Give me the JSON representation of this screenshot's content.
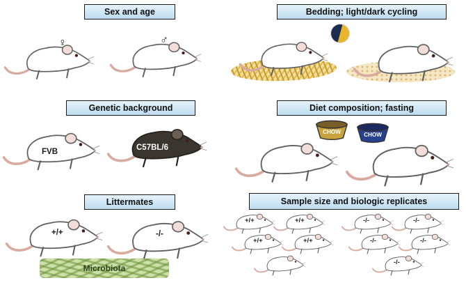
{
  "panels": {
    "sex_age": {
      "title": "Sex and age",
      "female_symbol": "♀",
      "male_symbol": "♂"
    },
    "bedding": {
      "title": "Bedding; light/dark cycling"
    },
    "genetic": {
      "title": "Genetic background",
      "strain_left": "FVB",
      "strain_right": "C57BL/6"
    },
    "diet": {
      "title": "Diet composition; fasting",
      "bowl_left_label": "CHOW",
      "bowl_right_label": "CHOW"
    },
    "littermates": {
      "title": "Littermates",
      "left_genotype": "+/+",
      "right_genotype": "-/-",
      "microbiota_label": "Microbiota"
    },
    "replicates": {
      "title": "Sample size and biologic replicates",
      "left_labels": [
        "+/+",
        "+/+",
        "+/+",
        "+/+",
        ""
      ],
      "right_labels": [
        "-/-",
        "-/-",
        "-/-",
        "-/-",
        "-/-"
      ]
    }
  },
  "colors": {
    "header_bg_top": "#e6f3fb",
    "header_bg_bottom": "#bedcef",
    "border": "#1a1a1a",
    "mouse_white": "#ffffff",
    "mouse_black": "#3a352f",
    "ear_pink": "#f2ddd8",
    "tail_pink": "#d9aba0",
    "straw_yellow": "#e2b53e",
    "bedding_tan": "#f5e6c4",
    "microbiota_green": "#cde0a8",
    "night_navy": "#1c2b52",
    "day_gold": "#e8b62a",
    "bowl_gold": "#c8a23c",
    "bowl_blue": "#27408f"
  }
}
